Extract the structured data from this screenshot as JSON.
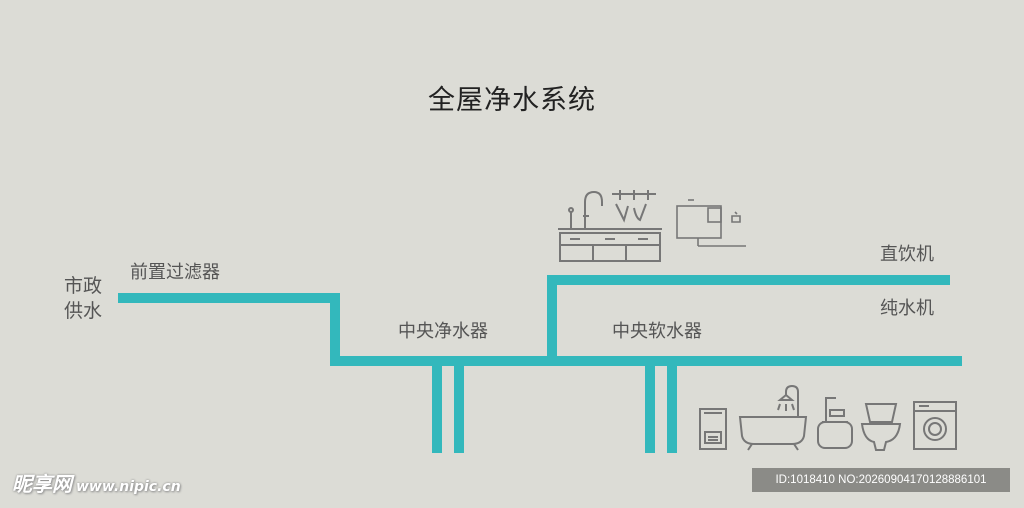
{
  "diagram": {
    "title": "全屋净水系统",
    "labels": {
      "city_line1": "市政",
      "city_line2": "供水",
      "pre_filter": "前置过滤器",
      "central_purifier": "中央净水器",
      "central_softener": "中央软水器",
      "direct_drinking": "直饮机",
      "pure_water": "纯水机"
    }
  },
  "watermark": {
    "brand": "昵享网",
    "url": "www.nipic.cn",
    "id_text": "ID:1018410 NO:20260904170128886101"
  },
  "colors": {
    "pipe": "#33b8bc",
    "background": "#dcdcd6",
    "icon": "#777777"
  },
  "icons": [
    "sink-cabinet-icon",
    "water-dispenser-icon",
    "water-heater-icon",
    "bathtub-shower-icon",
    "washbasin-icon",
    "toilet-icon",
    "washing-machine-icon"
  ]
}
